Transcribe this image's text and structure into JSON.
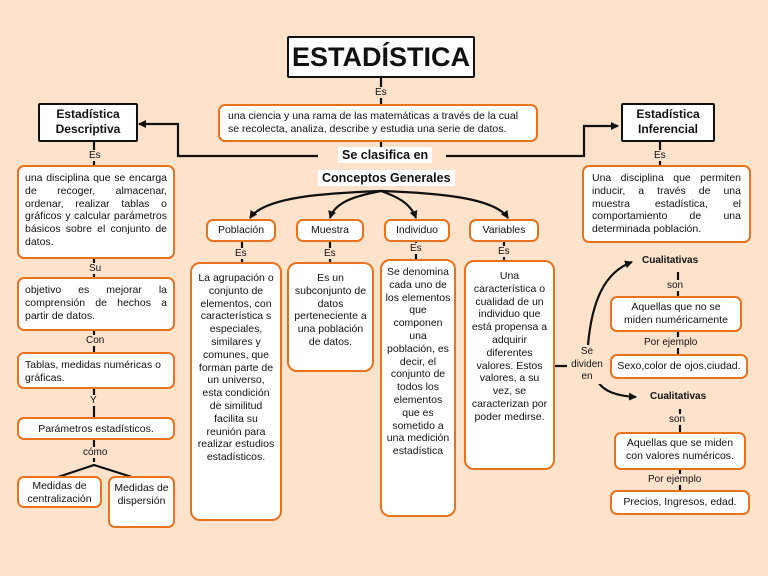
{
  "title": "ESTADÍSTICA",
  "root": {
    "connector": "Es",
    "definition": "una ciencia y una rama de las matemáticas a través de la cual se recolecta, analiza, describe y estudia una serie de datos.",
    "classifies": "Se clasifica en",
    "general_concepts": "Conceptos Generales"
  },
  "descriptiva": {
    "title": "Estadística Descriptiva",
    "connector_es": "Es",
    "definition": "una disciplina que se encarga de recoger, almacenar, ordenar, realizar tablas o gráficos y calcular parámetros básicos sobre el conjunto de datos.",
    "connector_su": "Su",
    "objective": "objetivo es mejorar la comprensión de hechos a partir de datos.",
    "connector_con": "Con",
    "tables": "Tablas, medidas numéricas o gráficas.",
    "connector_y": "Y",
    "parameters": "Parámetros estadísticos.",
    "connector_como": "cómo",
    "central": "Medidas de centralización",
    "dispersion": "Medidas de dispersión"
  },
  "inferencial": {
    "title": "Estadística Inferencial",
    "connector_es": "Es",
    "definition": "Una disciplina que permiten inducir, a través de una muestra estadística, el comportamiento de una determinada población."
  },
  "concepts": [
    {
      "label": "Población",
      "connector": "Es",
      "definition": "La agrupación o conjunto de elementos, con característica s especiales, similares y comunes, que forman parte de un universo, esta condición de similitud facilita su reunión para realizar estudios estadísticos."
    },
    {
      "label": "Muestra",
      "connector": "Es",
      "definition": "Es un subconjunto de datos perteneciente a una población de datos."
    },
    {
      "label": "Individuo",
      "connector": "Es",
      "definition": "Se denomina cada uno de los elementos que componen una población, es decir, el conjunto de todos los elementos que es sometido a una medición estadística"
    },
    {
      "label": "Variables",
      "connector": "Es",
      "definition": "Una característica o cualidad de un individuo que está propensa a adquirir diferentes valores. Estos valores, a su vez, se caracterizan por poder medirse."
    }
  ],
  "divide": {
    "connector": "Se dividen en",
    "groups": [
      {
        "title": "Cualitativas",
        "connector_son": "son",
        "definition": "Aquellas que no se miden numéricamente",
        "connector_example": "Por ejemplo",
        "example": "Sexo,color de ojos,ciudad."
      },
      {
        "title": "Cualitativas",
        "connector_son": "son",
        "definition": "Aquellas que se miden con valores numéricos.",
        "connector_example": "Por ejemplo",
        "example": "Precios, Ingresos, edad."
      }
    ]
  },
  "colors": {
    "background": "#fde3cc",
    "accent": "#e8731f",
    "line": "#111111"
  }
}
